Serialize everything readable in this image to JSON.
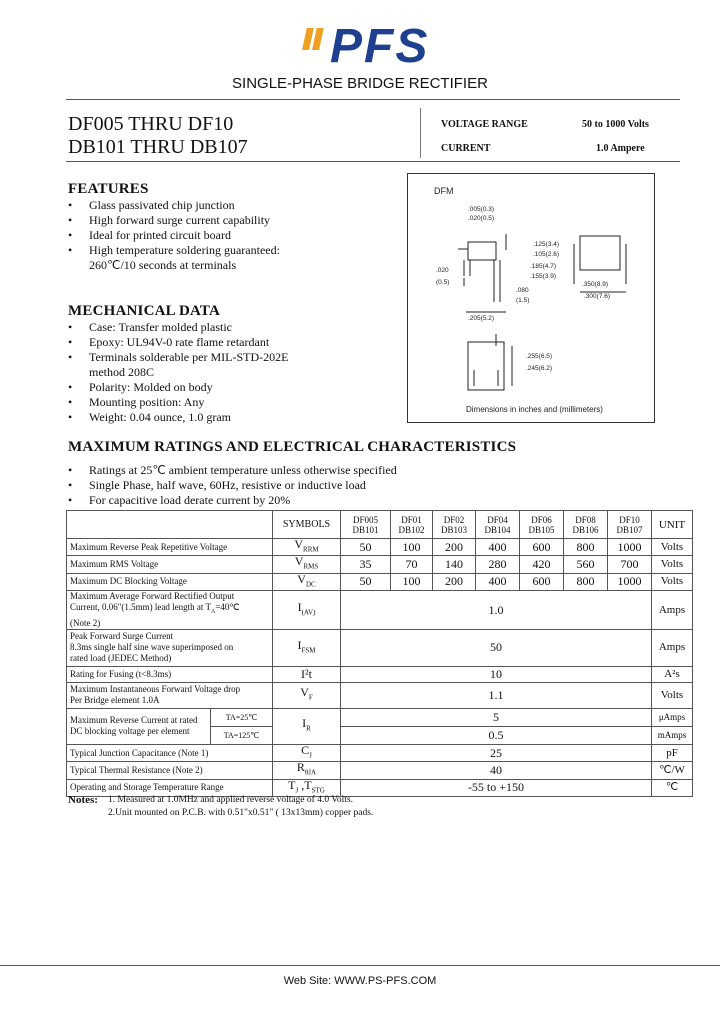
{
  "header": {
    "logo_text": "PFS",
    "subtitle": "SINGLE-PHASE BRIDGE RECTIFIER",
    "part_line1": "DF005 THRU DF10",
    "part_line2": "DB101 THRU DB107",
    "voltage_label": "VOLTAGE RANGE",
    "voltage_value": "50 to 1000  Volts",
    "current_label": "CURRENT",
    "current_value": "1.0 Ampere"
  },
  "features": {
    "title": "FEATURES",
    "items": [
      "Glass passivated chip junction",
      "High forward surge current capability",
      "Ideal for printed circuit board",
      "High temperature soldering guaranteed:",
      "260℃/10 seconds at terminals"
    ]
  },
  "mechanical": {
    "title": "MECHANICAL DATA",
    "items": [
      "Case:  Transfer molded plastic",
      "Epoxy: UL94V-0 rate flame retardant",
      "Terminals solderable per MIL-STD-202E",
      "method 208C",
      "Polarity: Molded on body",
      "Mounting position: Any",
      "Weight: 0.04 ounce, 1.0 gram"
    ]
  },
  "package": {
    "name": "DFM",
    "dims": [
      ".005(0.3)",
      ".020(0.5)",
      ".125(3.4)",
      ".105(2.6)",
      ".185(4.7)",
      ".155(3.9)",
      ".080",
      "(1.5)",
      ".020",
      "(0.5)",
      ".350(8.9)",
      ".300(7.6)",
      ".205(5.2)",
      ".255(6.5)",
      ".245(6.2)"
    ],
    "caption": "Dimensions in inches and (millimeters)"
  },
  "ratings": {
    "title": "MAXIMUM RATINGS AND ELECTRICAL CHARACTERISTICS",
    "bullets": [
      "Ratings at 25℃ ambient temperature unless otherwise specified",
      "Single Phase, half wave, 60Hz, resistive or inductive load",
      "For capacitive load derate current by 20%"
    ]
  },
  "table": {
    "symbols_header": "SYMBOLS",
    "unit_header": "UNIT",
    "parts": [
      {
        "a": "DF005",
        "b": "DB101"
      },
      {
        "a": "DF01",
        "b": "DB102"
      },
      {
        "a": "DF02",
        "b": "DB103"
      },
      {
        "a": "DF04",
        "b": "DB104"
      },
      {
        "a": "DF06",
        "b": "DB105"
      },
      {
        "a": "DF08",
        "b": "DB106"
      },
      {
        "a": "DF10",
        "b": "DB107"
      }
    ],
    "rows": {
      "vrrm": {
        "param": "Maximum Reverse Peak Repetitive Voltage",
        "sym": "V",
        "sub": "RRM",
        "vals": [
          "50",
          "100",
          "200",
          "400",
          "600",
          "800",
          "1000"
        ],
        "unit": "Volts"
      },
      "vrms": {
        "param": "Maximum RMS Voltage",
        "sym": "V",
        "sub": "RMS",
        "vals": [
          "35",
          "70",
          "140",
          "280",
          "420",
          "560",
          "700"
        ],
        "unit": "Volts"
      },
      "vdc": {
        "param": "Maximum DC Blocking Voltage",
        "sym": "V",
        "sub": "DC",
        "vals": [
          "50",
          "100",
          "200",
          "400",
          "600",
          "800",
          "1000"
        ],
        "unit": "Volts"
      },
      "iav": {
        "param1": "Maximum Average Forward Rectified Output",
        "param2": "Current, 0.06\"(1.5mm) lead length at T",
        "param2_sub": "A",
        "param2_tail": "=40℃",
        "param3": "(Note 2)",
        "sym": "I",
        "sub": "(AV)",
        "val": "1.0",
        "unit": "Amps"
      },
      "ifsm": {
        "param1": "Peak Forward Surge Current",
        "param2": "8.3ms single half sine wave superimposed on",
        "param3": "rated load (JEDEC Method)",
        "sym": "I",
        "sub": "FSM",
        "val": "50",
        "unit": "Amps"
      },
      "i2t": {
        "param": "Rating for Fusing (t<8.3ms)",
        "sym": "I²t",
        "val": "10",
        "unit": "A²s"
      },
      "vf": {
        "param1": "Maximum Instantaneous Forward Voltage drop",
        "param2": "Per Bridge element 1.0A",
        "sym": "V",
        "sub": "F",
        "val": "1.1",
        "unit": "Volts"
      },
      "ir": {
        "param1": "Maximum Reverse Current at rated",
        "param2": "DC blocking voltage per element",
        "cond1": "TA=25℃",
        "cond2": "TA=125℃",
        "sym": "I",
        "sub": "R",
        "val1": "5",
        "val2": "0.5",
        "unit1": "μAmps",
        "unit2": "mAmps"
      },
      "cj": {
        "param": "Typical Junction Capacitance (Note 1)",
        "sym": "C",
        "sub": "J",
        "val": "25",
        "unit": "pF"
      },
      "rth": {
        "param": "Typical Thermal Resistance (Note 2)",
        "sym": "R",
        "sub": "θJA",
        "val": "40",
        "unit": "℃/W"
      },
      "tj": {
        "param": "Operating and Storage Temperature Range",
        "sym": "T",
        "sub1": "J",
        "mid": " ,T",
        "sub2": "STG",
        "val": "-55 to +150",
        "unit": "℃"
      }
    }
  },
  "notes": {
    "label": "Notes:",
    "n1": "1. Measured at 1.0MHz and applied reverse voltage of 4.0 Volts.",
    "n2": "2.Unit mounted on P.C.B. with 0.51\"x0.51\" ( 13x13mm) copper pads."
  },
  "footer": {
    "website": "Web Site:  WWW.PS-PFS.COM"
  },
  "colors": {
    "logo_blue": "#1f3f8f",
    "logo_orange": "#f0a020"
  }
}
